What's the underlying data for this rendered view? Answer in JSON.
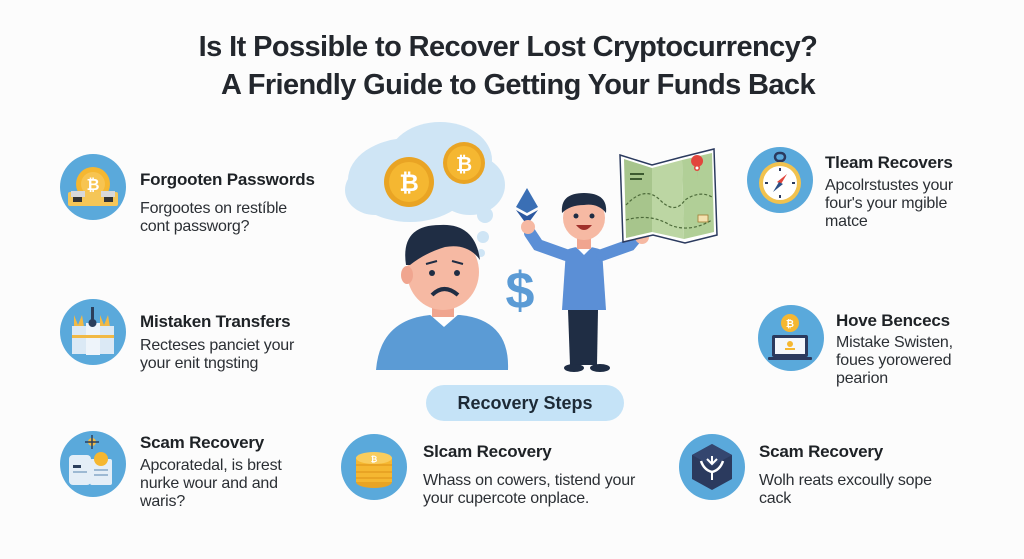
{
  "header": {
    "title_line1": "Is It Possible to Recover Lost Cryptocurrency?",
    "title_line2": "A Friendly Guide to Getting Your Funds Back"
  },
  "cards": [
    {
      "id": "forgotten-passwords",
      "icon": "bitcoin-wallet-icon",
      "title": "Forgooten Passwords",
      "desc_line1": "Forgootes on restíble",
      "desc_line2": "cont passworg?",
      "desc_line3": ""
    },
    {
      "id": "mistaken-transfers",
      "icon": "transfer-documents-icon",
      "title": "Mistaken Transfers",
      "desc_line1": "Recteses panciet your",
      "desc_line2": "your enit tngsting",
      "desc_line3": ""
    },
    {
      "id": "scam-recovery-1",
      "icon": "scam-documents-icon",
      "title": "Scam Recovery",
      "desc_line1": "Apcoratedal, is brest",
      "desc_line2": "nurke wour and and",
      "desc_line3": "waris?"
    },
    {
      "id": "scam-recovery-2",
      "icon": "coin-stack-icon",
      "title": "Slcam Recovery",
      "desc_line1": "Whass on cowers, tistend your",
      "desc_line2": "your cupercote onplace.",
      "desc_line3": ""
    },
    {
      "id": "scam-recovery-3",
      "icon": "shield-cube-icon",
      "title": "Scam Recovery",
      "desc_line1": "Wolh reats excoully sope",
      "desc_line2": "cack",
      "desc_line3": ""
    },
    {
      "id": "team-recovers",
      "icon": "compass-icon",
      "title": "Tleam Recovers",
      "desc_line1": "Apcolrstustes your",
      "desc_line2": "four's your mgible",
      "desc_line3": "matce"
    },
    {
      "id": "hove-bencecs",
      "icon": "laptop-coin-icon",
      "title": "Hove Bencecs",
      "desc_line1": "Mistake Swisten,",
      "desc_line2": "foues yorowered",
      "desc_line3": "pearion"
    }
  ],
  "center": {
    "pill_label": "Recovery Steps",
    "dollar_symbol": "$",
    "bitcoin_symbol": "₿"
  },
  "colors": {
    "icon_bg": "#5aa9db",
    "coin": "#f5b731",
    "pill_bg": "#c5e3f7",
    "shirt": "#5b8fd6",
    "navy": "#263a5a"
  }
}
